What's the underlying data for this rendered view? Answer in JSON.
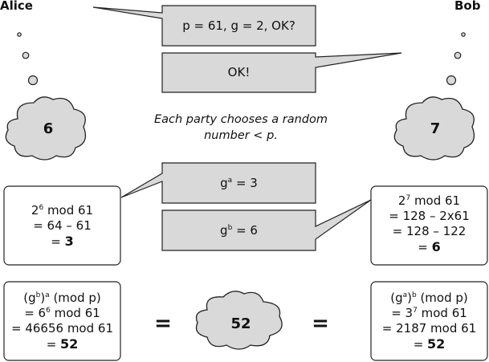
{
  "participants": {
    "left": "Alice",
    "right": "Bob"
  },
  "messages": {
    "m1": "p = 61, g = 2, OK?",
    "m2": "OK!",
    "m3": {
      "base": "g",
      "exp": "a",
      "rest": " = 3"
    },
    "m4": {
      "base": "g",
      "exp": "b",
      "rest": " = 6"
    }
  },
  "secrets": {
    "alice": "6",
    "bob": "7"
  },
  "note": {
    "line1": "Each party chooses a random",
    "line2": "number < p."
  },
  "alice_public": {
    "l1": {
      "base": "2",
      "exp": "6",
      "rest": " mod 61"
    },
    "l2": "= 64 – 61",
    "l3": {
      "prefix": "= ",
      "value": "3"
    }
  },
  "bob_public": {
    "l1": {
      "base": "2",
      "exp": "7",
      "rest": " mod 61"
    },
    "l2": "= 128 – 2x61",
    "l3": "= 128 – 122",
    "l4": {
      "prefix": "= ",
      "value": "6"
    }
  },
  "alice_shared": {
    "l1": {
      "a": "(g",
      "b": "b",
      "c": ")",
      "d": "a",
      "e": " (mod p)"
    },
    "l2": {
      "a": "= 6",
      "b": "6",
      "c": " mod 61"
    },
    "l3": "= 46656 mod 61",
    "l4": {
      "prefix": "= ",
      "value": "52"
    }
  },
  "bob_shared": {
    "l1": {
      "a": "(g",
      "b": "a",
      "c": ")",
      "d": "b",
      "e": " (mod p)"
    },
    "l2": {
      "a": "= 3",
      "b": "7",
      "c": " mod 61"
    },
    "l3": "= 2187 mod 61",
    "l4": {
      "prefix": "= ",
      "value": "52"
    }
  },
  "shared_key": "52",
  "equals_sign": "="
}
